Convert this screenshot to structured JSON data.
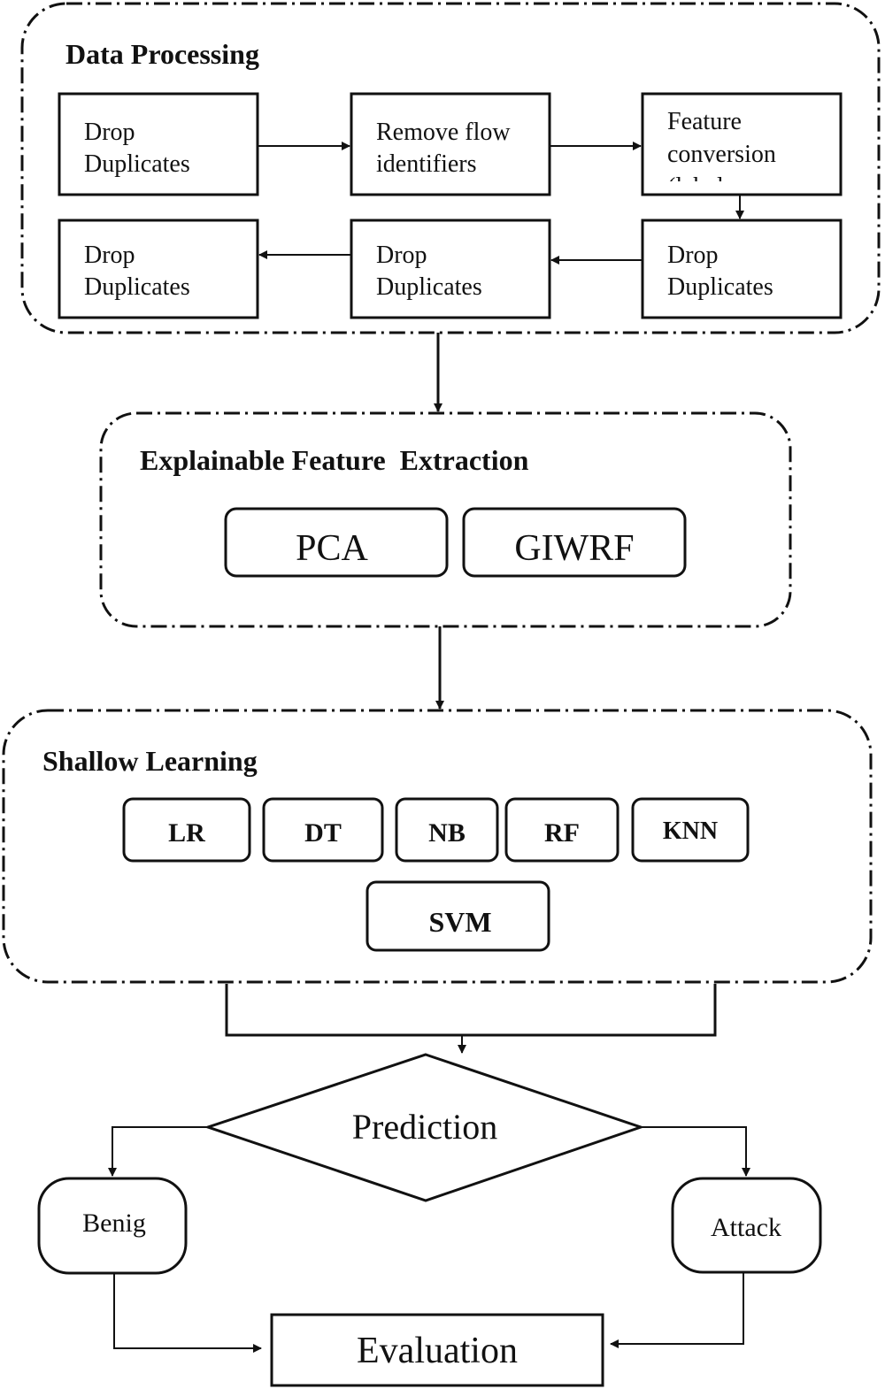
{
  "data_processing": {
    "title": "Data Processing",
    "steps": [
      {
        "line1": "Drop",
        "line2": "Duplicates"
      },
      {
        "line1": "Remove flow",
        "line2": "identifiers"
      },
      {
        "line1": "Feature",
        "line2": "conversion",
        "line3": "(label"
      },
      {
        "line1": "Drop",
        "line2": "Duplicates"
      },
      {
        "line1": "Drop",
        "line2": "Duplicates"
      },
      {
        "line1": "Drop",
        "line2": "Duplicates"
      }
    ]
  },
  "feature_extraction": {
    "title": "Explainable Feature  Extraction",
    "methods": [
      "PCA",
      "GIWRF"
    ]
  },
  "shallow_learning": {
    "title": "Shallow Learning",
    "models": [
      "LR",
      "DT",
      "NB",
      "RF",
      "KNN",
      "SVM"
    ]
  },
  "prediction": {
    "label": "Prediction",
    "outcomes": [
      "Benig",
      "Attack"
    ]
  },
  "evaluation": {
    "label": "Evaluation"
  }
}
